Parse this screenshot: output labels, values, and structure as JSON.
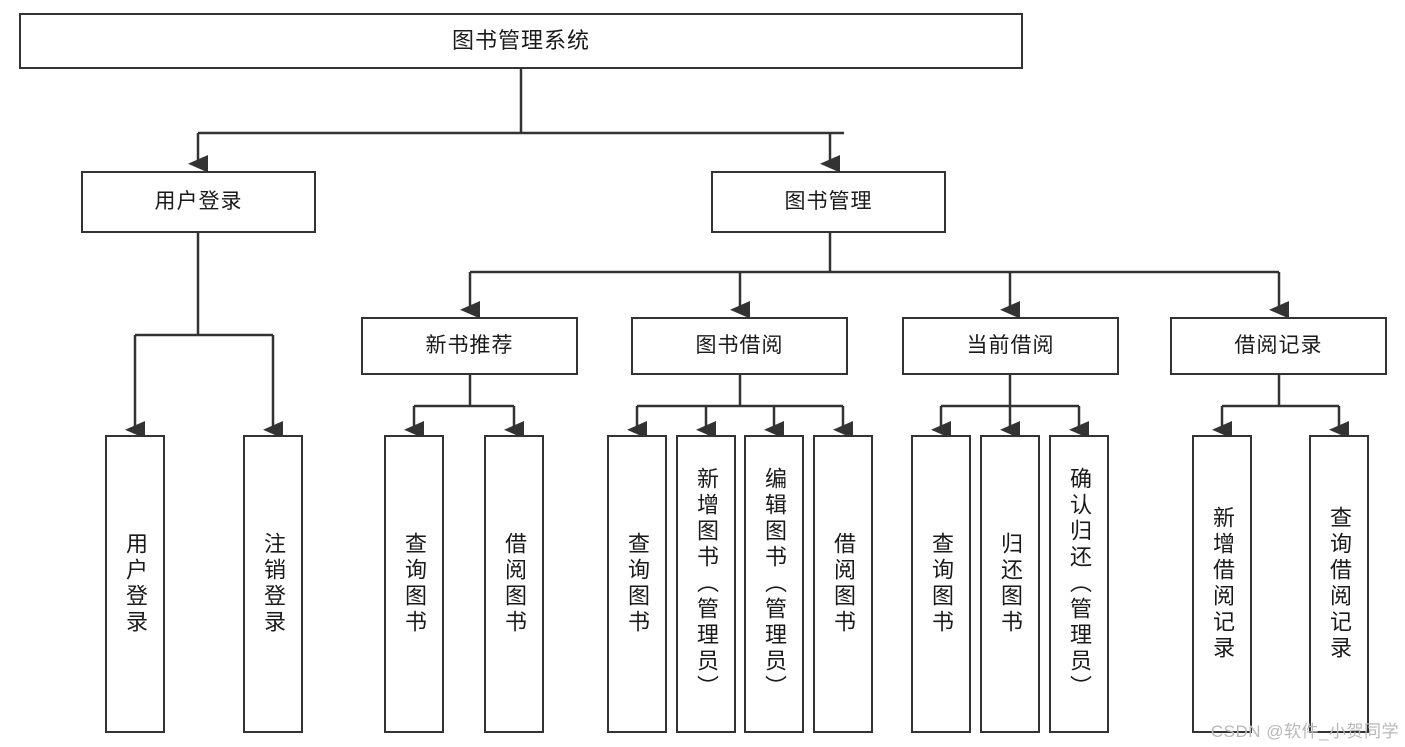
{
  "diagram": {
    "title": "图书管理系统",
    "type": "tree-hierarchy-chart",
    "watermark": "CSDN @软件_小贺同学",
    "colors": {
      "border": "#333333",
      "background": "#ffffff",
      "text": "#1a1a1a",
      "watermark": "#b8b8b8"
    },
    "root": {
      "label": "图书管理系统"
    },
    "level2": [
      {
        "id": "user-login",
        "label": "用户登录"
      },
      {
        "id": "book-manage",
        "label": "图书管理"
      }
    ],
    "level3": [
      {
        "id": "new-book-recommend",
        "label": "新书推荐"
      },
      {
        "id": "book-borrow",
        "label": "图书借阅"
      },
      {
        "id": "current-borrow",
        "label": "当前借阅"
      },
      {
        "id": "borrow-record",
        "label": "借阅记录"
      }
    ],
    "leaves": {
      "user_login": [
        {
          "id": "leaf-user-login",
          "label": "用户登录"
        },
        {
          "id": "leaf-logout-login",
          "label": "注销登录"
        }
      ],
      "new_book_recommend": [
        {
          "id": "leaf-query-book-1",
          "label": "查询图书"
        },
        {
          "id": "leaf-borrow-book-1",
          "label": "借阅图书"
        }
      ],
      "book_borrow": [
        {
          "id": "leaf-query-book-2",
          "label": "查询图书"
        },
        {
          "id": "leaf-add-book",
          "label": "新增图书（管理员）"
        },
        {
          "id": "leaf-edit-book",
          "label": "编辑图书（管理员）"
        },
        {
          "id": "leaf-borrow-book-2",
          "label": "借阅图书"
        }
      ],
      "current_borrow": [
        {
          "id": "leaf-query-book-3",
          "label": "查询图书"
        },
        {
          "id": "leaf-return-book",
          "label": "归还图书"
        },
        {
          "id": "leaf-confirm-return",
          "label": "确认归还（管理员）"
        }
      ],
      "borrow_record": [
        {
          "id": "leaf-add-record",
          "label": "新增借阅记录"
        },
        {
          "id": "leaf-query-record",
          "label": "查询借阅记录"
        }
      ]
    }
  }
}
